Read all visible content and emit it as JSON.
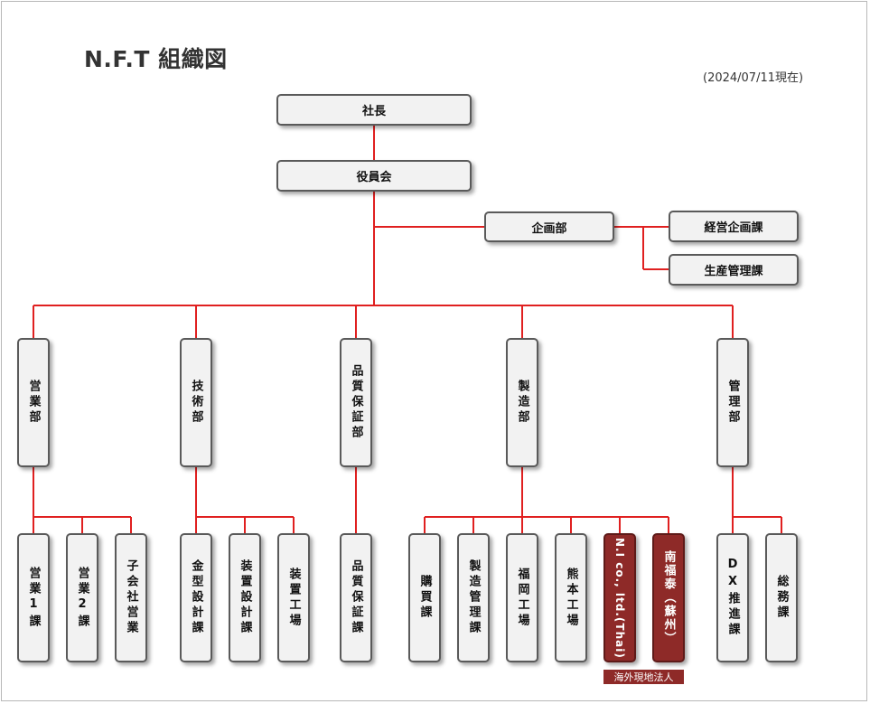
{
  "header": {
    "title": "N.F.T 組織図",
    "date": "(2024/07/11現在)"
  },
  "colors": {
    "connector": "#e02020",
    "box_fill": "#f2f2f2",
    "box_border": "#5a5a5a",
    "overseas_fill": "#8e2a28"
  },
  "org": {
    "president": "社長",
    "board": "役員会",
    "planning": {
      "label": "企画部",
      "children": [
        "経営企画課",
        "生産管理課"
      ]
    },
    "departments": [
      {
        "label": "営業部",
        "children": [
          "営業1課",
          "営業2課",
          "子会社営業"
        ]
      },
      {
        "label": "技術部",
        "children": [
          "金型設計課",
          "装置設計課",
          "装置工場"
        ]
      },
      {
        "label": "品質保証部",
        "children": [
          "品質保証課"
        ]
      },
      {
        "label": "製造部",
        "children": [
          "購買課",
          "製造管理課",
          "福岡工場",
          "熊本工場",
          "N.I co., ltd.(Thai)",
          "南福泰（蘇州）"
        ]
      },
      {
        "label": "管理部",
        "children": [
          "DX推進課",
          "総務課"
        ]
      }
    ],
    "overseas_label": "海外現地法人"
  }
}
